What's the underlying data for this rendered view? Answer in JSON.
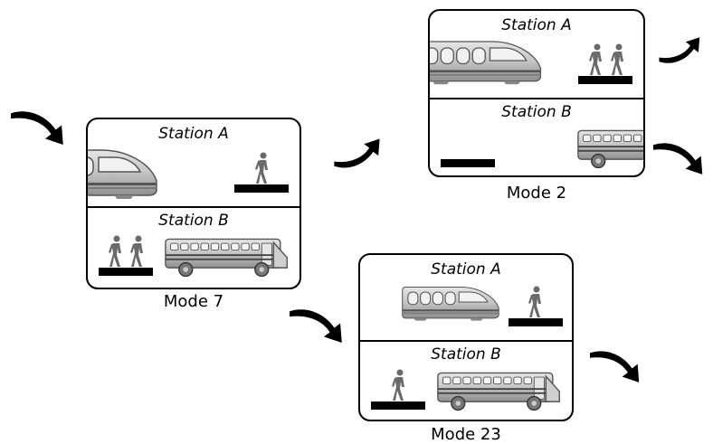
{
  "modes": [
    {
      "label": "Mode 7",
      "station_a": "Station A",
      "station_b": "Station B"
    },
    {
      "label": "Mode 2",
      "station_a": "Station A",
      "station_b": "Station B"
    },
    {
      "label": "Mode 23",
      "station_a": "Station A",
      "station_b": "Station B"
    }
  ],
  "colors": {
    "card_border": "#000000",
    "vehicle_body": "#bdbdbd",
    "vehicle_dark": "#6e6e6e",
    "platform": "#000000",
    "person": "#6a6a6a"
  },
  "icons": [
    "flow-arrow-icon",
    "train-icon",
    "bus-icon",
    "passenger-icon",
    "platform-icon"
  ]
}
